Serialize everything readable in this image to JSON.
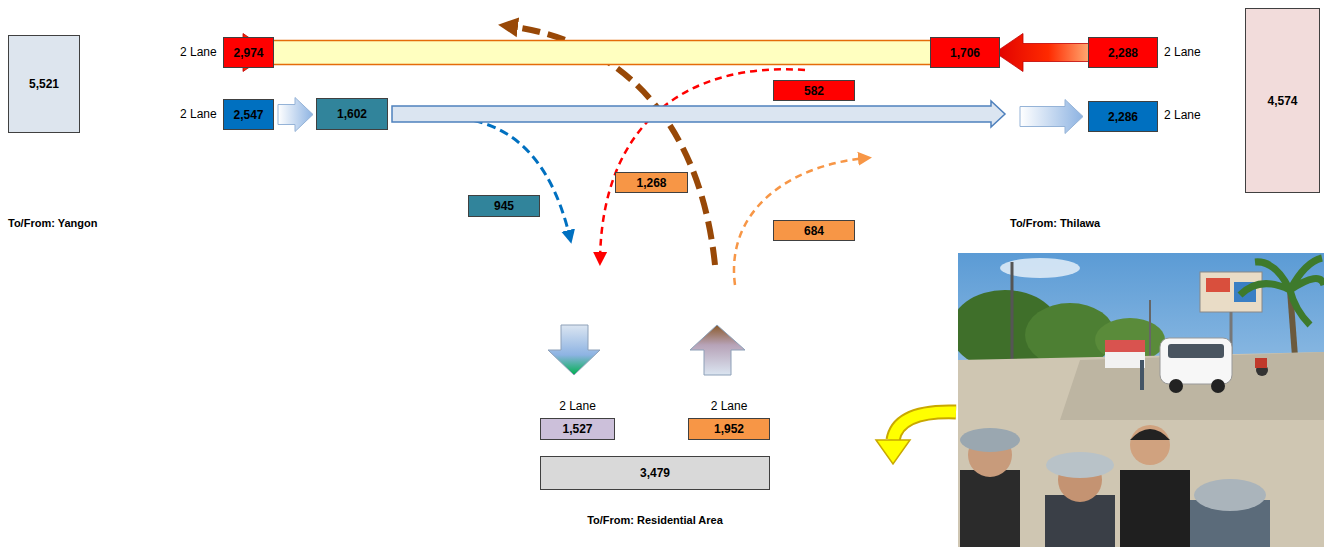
{
  "diagram": {
    "nodes": [
      {
        "text": [
          "5,521"
        ]
      },
      {
        "text": [
          "2,974"
        ]
      },
      {
        "text": [
          "1,706"
        ]
      },
      {
        "text": [
          "2,288"
        ]
      },
      {
        "text": [
          "4,574"
        ]
      },
      {
        "text": [
          "2,547"
        ]
      },
      {
        "text": [
          "1,602"
        ]
      },
      {
        "text": [
          "2,286"
        ]
      },
      {
        "text": [
          "582"
        ]
      },
      {
        "text": [
          "1,268"
        ]
      },
      {
        "text": [
          "945"
        ]
      },
      {
        "text": [
          "684"
        ]
      },
      {
        "text": [
          "1,527"
        ]
      },
      {
        "text": [
          "1,952"
        ]
      },
      {
        "text": [
          "3,479"
        ]
      }
    ],
    "edges": [
      {
        "from": 3,
        "to": 2,
        "arrow": "to"
      },
      {
        "from": 2,
        "to": 1,
        "arrow": "to"
      },
      {
        "from": 5,
        "to": 6,
        "arrow": "to"
      },
      {
        "from": 6,
        "to": 7,
        "arrow": "to"
      }
    ],
    "labels": [
      "2 Lane",
      "2 Lane",
      "2 Lane",
      "2 Lane",
      "To/From:  Yangon",
      "To/From:  Thilawa",
      "2 Lane",
      "2 Lane",
      "To/From:  Residential Area"
    ]
  }
}
